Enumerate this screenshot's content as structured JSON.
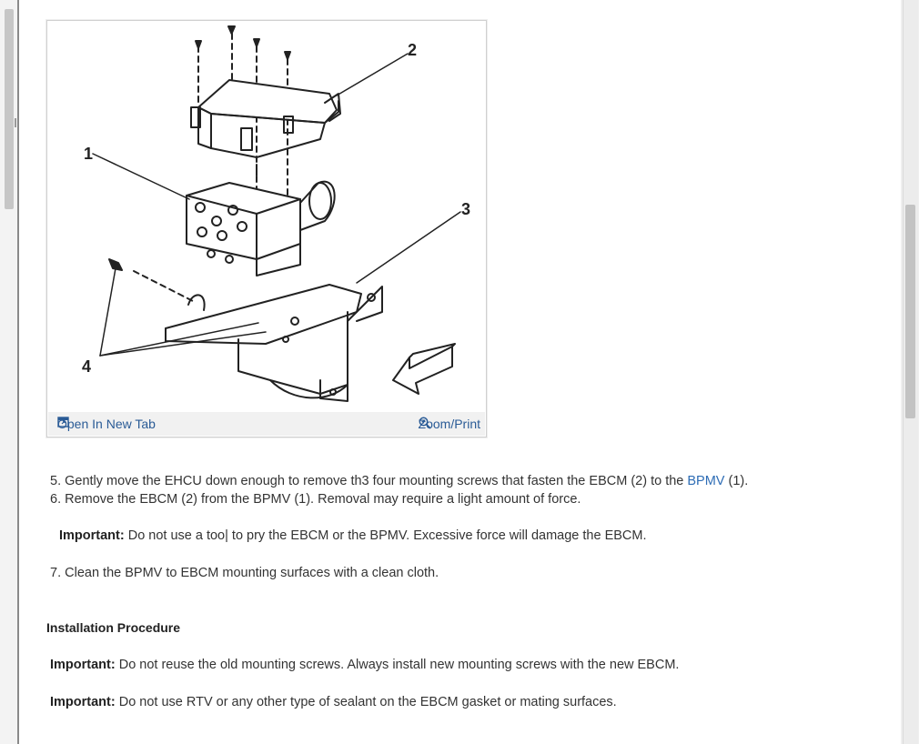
{
  "figure": {
    "callouts": [
      "1",
      "2",
      "3",
      "4"
    ],
    "open_tab_label": "Open In New Tab",
    "zoom_label": "Zoom/Print"
  },
  "steps": [
    {
      "num": "5.",
      "pre": "Gently move the EHCU down enough to remove th3 four mounting screws that fasten the EBCM (2) to the ",
      "link": "BPMV",
      "post": " (1)."
    },
    {
      "num": "6.",
      "text": "Remove the EBCM (2) from the BPMV (1). Removal may require a light amount of force."
    },
    {
      "num": "7.",
      "text": "Clean the BPMV to EBCM mounting surfaces with a clean cloth."
    }
  ],
  "important_1": {
    "label": "Important:",
    "text": " Do not use a too| to pry the EBCM or the BPMV. Excessive force will damage the EBCM."
  },
  "section_heading": "Installation Procedure",
  "important_2": {
    "label": "Important:",
    "text": " Do not reuse the old mounting screws. Always install new mounting screws with the new EBCM."
  },
  "important_3": {
    "label": "Important:",
    "text": " Do not use RTV or any other type of sealant on the EBCM gasket or mating surfaces."
  },
  "icons": {
    "open_tab": "open-tab-icon",
    "zoom": "zoom-icon"
  },
  "colors": {
    "link": "#2d6cb5",
    "figure_link": "#2a5b96"
  }
}
